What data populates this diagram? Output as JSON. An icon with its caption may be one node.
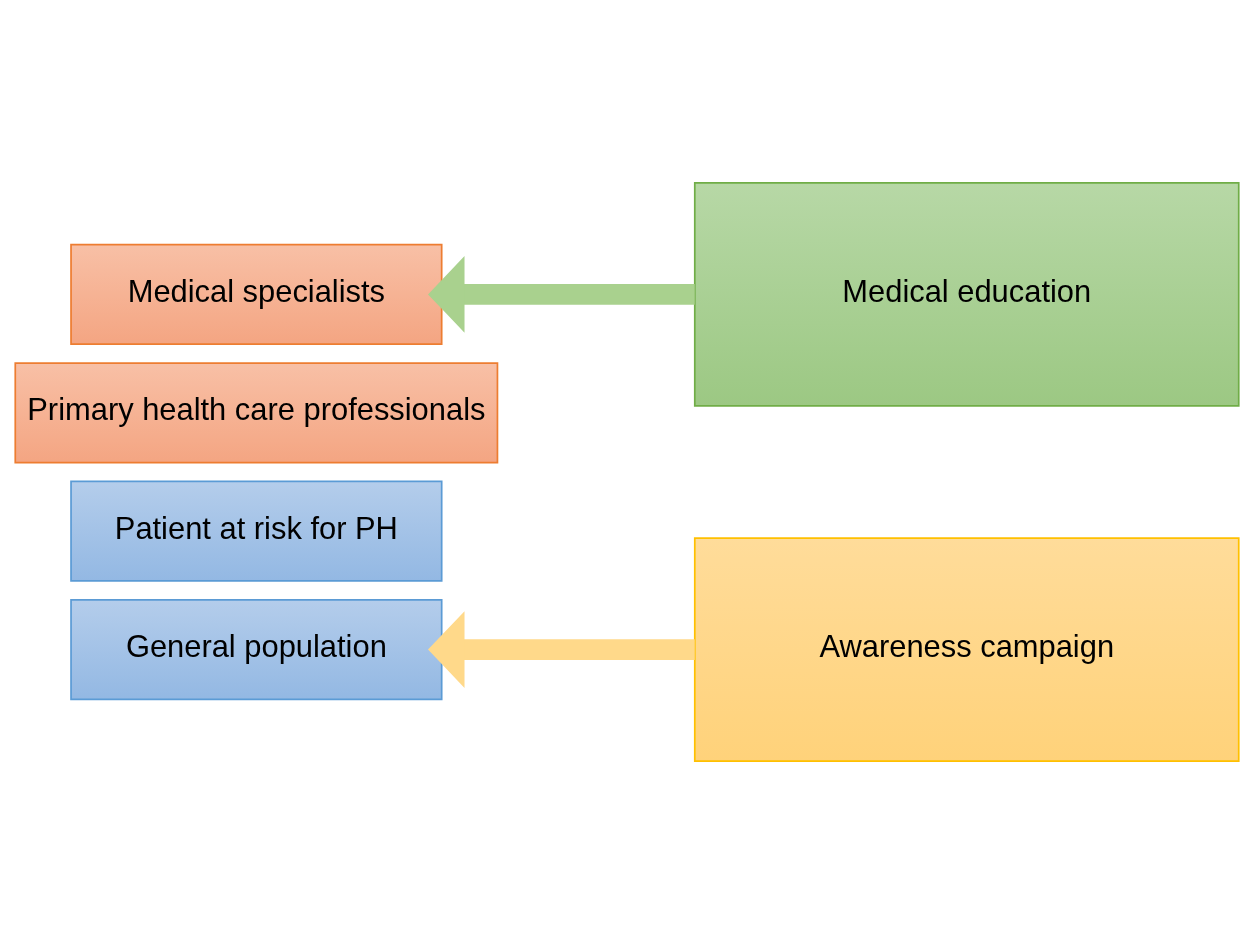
{
  "diagram": {
    "nodes": [
      {
        "text": [
          "Medical specialists"
        ]
      },
      {
        "text": [
          "Primary health care professionals"
        ]
      },
      {
        "text": [
          "Patient at risk for PH"
        ]
      },
      {
        "text": [
          "General population"
        ]
      },
      {
        "text": [
          "Medical education"
        ]
      },
      {
        "text": [
          "Awareness campaign"
        ]
      }
    ],
    "edges": [
      {
        "from": 4,
        "to": 0,
        "arrow": "to",
        "color": "#a9d18e"
      },
      {
        "from": 5,
        "to": 3,
        "arrow": "to",
        "color": "#ffd98a"
      }
    ]
  }
}
